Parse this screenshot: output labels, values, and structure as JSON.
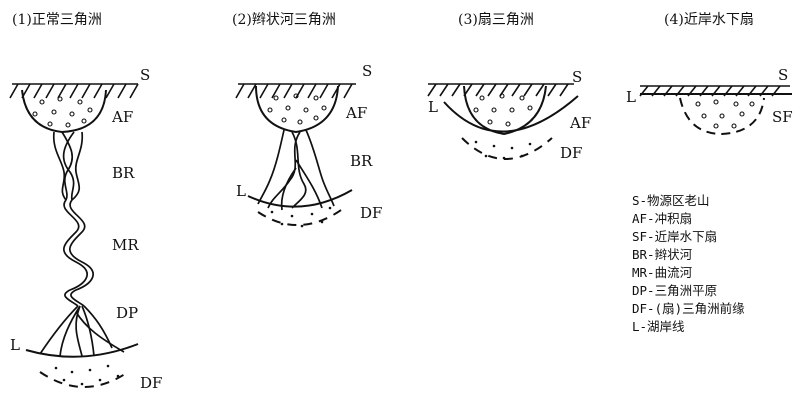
{
  "panels": [
    {
      "title": "(1)正常三角洲",
      "labels": {
        "s": "S",
        "af": "AF",
        "br": "BR",
        "mr": "MR",
        "dp": "DP",
        "l": "L",
        "df": "DF"
      }
    },
    {
      "title": "(2)辫状河三角洲",
      "labels": {
        "s": "S",
        "af": "AF",
        "br": "BR",
        "l": "L",
        "df": "DF"
      }
    },
    {
      "title": "(3)扇三角洲",
      "labels": {
        "s": "S",
        "l": "L",
        "af": "AF",
        "df": "DF"
      }
    },
    {
      "title": "(4)近岸水下扇",
      "labels": {
        "l": "L",
        "s": "S",
        "sf": "SF"
      }
    }
  ],
  "legend": [
    "S-物源区老山",
    "AF-冲积扇",
    "SF-近岸水下扇",
    "BR-辫状河",
    "MR-曲流河",
    "DP-三角洲平原",
    "DF-(扇)三角洲前缘",
    "L-湖岸线"
  ]
}
